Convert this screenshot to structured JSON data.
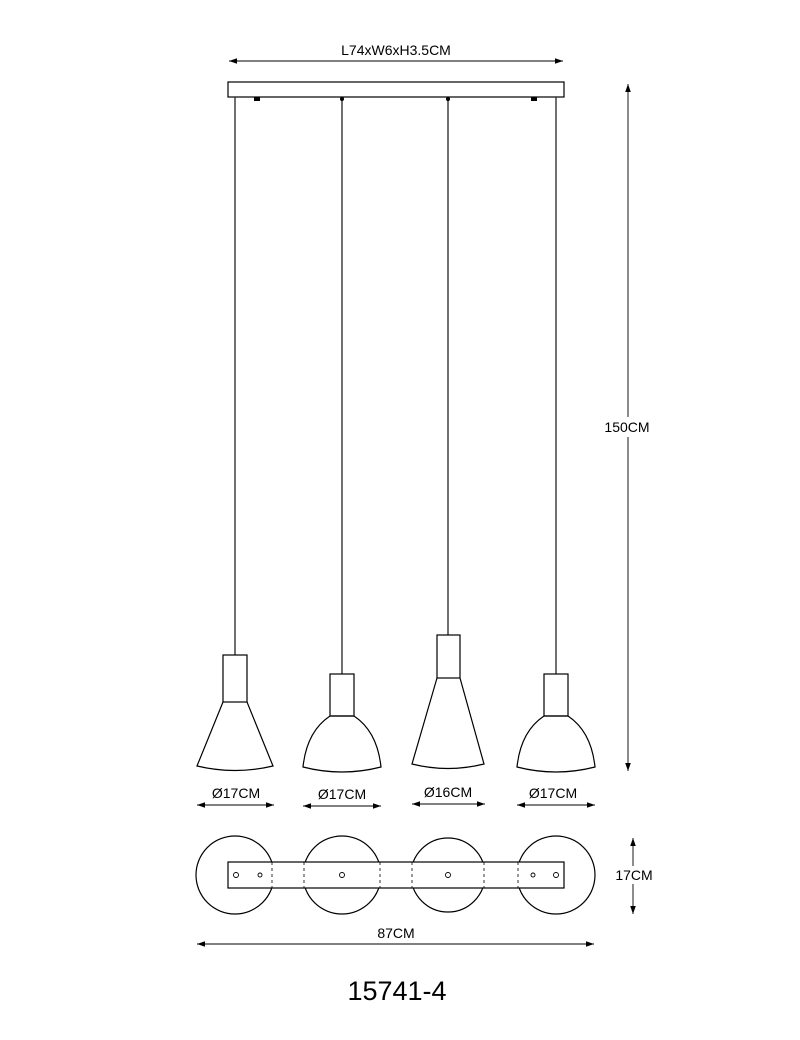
{
  "canopy_dimension": "L74xW6xH3.5CM",
  "height_dimension": "150CM",
  "shades": [
    {
      "diameter": "Ø17CM",
      "shape": "cone"
    },
    {
      "diameter": "Ø17CM",
      "shape": "bell"
    },
    {
      "diameter": "Ø16CM",
      "shape": "cone"
    },
    {
      "diameter": "Ø17CM",
      "shape": "bell"
    }
  ],
  "top_view": {
    "depth_dimension": "17CM",
    "width_dimension": "87CM"
  },
  "model_number": "15741-4",
  "colors": {
    "line": "#000000",
    "background": "#ffffff"
  }
}
